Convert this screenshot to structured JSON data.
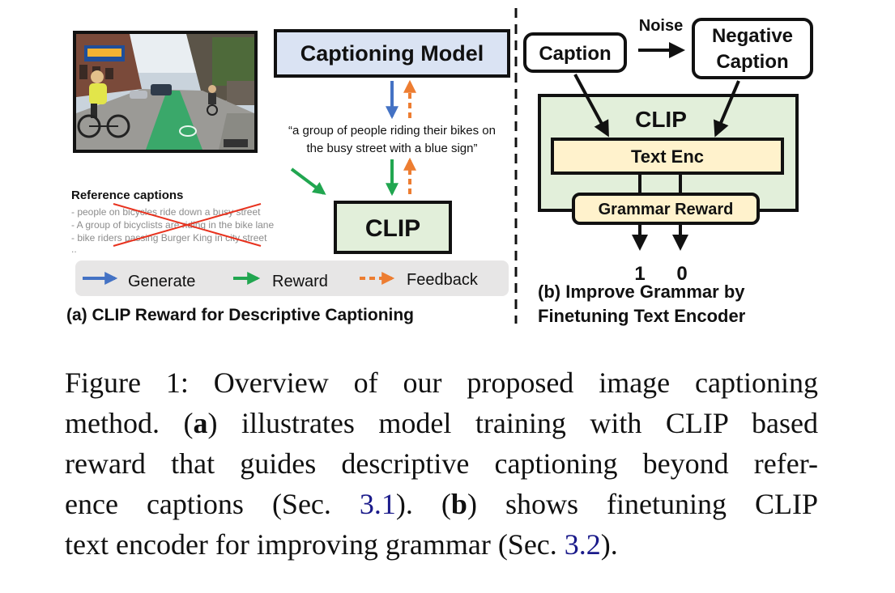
{
  "panel_a": {
    "captioning_model_label": "Captioning Model",
    "generated_caption_line1": "“a group of people riding their bikes on",
    "generated_caption_line2": "the busy street with a blue sign”",
    "clip_label": "CLIP",
    "reference_captions_title": "Reference captions",
    "reference_captions": [
      "- people on bicycles ride down a busy street",
      "- A group of bicyclists are riding in the bike lane",
      "- bike riders passing Burger King in city street",
      ".."
    ],
    "legend": [
      {
        "label": "Generate",
        "color": "#4472c4",
        "style": "solid"
      },
      {
        "label": "Reward",
        "color": "#21a650",
        "style": "solid"
      },
      {
        "label": "Feedback",
        "color": "#ed7d31",
        "style": "dashed"
      }
    ],
    "title": "(a) CLIP Reward for Descriptive Captioning"
  },
  "panel_b": {
    "caption_label": "Caption",
    "noise_label": "Noise",
    "negative_caption_line1": "Negative",
    "negative_caption_line2": "Caption",
    "clip_label": "CLIP",
    "text_enc_label": "Text Enc",
    "grammar_reward_label": "Grammar Reward",
    "output_one": "1",
    "output_zero": "0",
    "title_line1": "(b) Improve Grammar by",
    "title_line2": "Finetuning Text Encoder"
  },
  "colors": {
    "captioning_fill": "#dae3f3",
    "clip_fill": "#e2efda",
    "text_enc_fill": "#fff2cc",
    "legend_bg": "#e7e6e6",
    "strike": "#e8321e",
    "reference_text": "#8c8c8c",
    "link": "#1a1a8a"
  },
  "figure_caption": {
    "line1": "Figure 1: Overview of our proposed image captioning",
    "line2_pre": "method. (",
    "line2_bold": "a",
    "line2_post": ") illustrates model training with CLIP based",
    "line3": "reward that guides descriptive captioning beyond refer-",
    "line4_pre": "ence captions (Sec. ",
    "line4_ref": "3.1",
    "line4_mid": ").  (",
    "line4_bold": "b",
    "line4_post": ") shows finetuning CLIP",
    "line5_pre": "text encoder for improving grammar (Sec. ",
    "line5_ref": "3.2",
    "line5_post": ")."
  }
}
